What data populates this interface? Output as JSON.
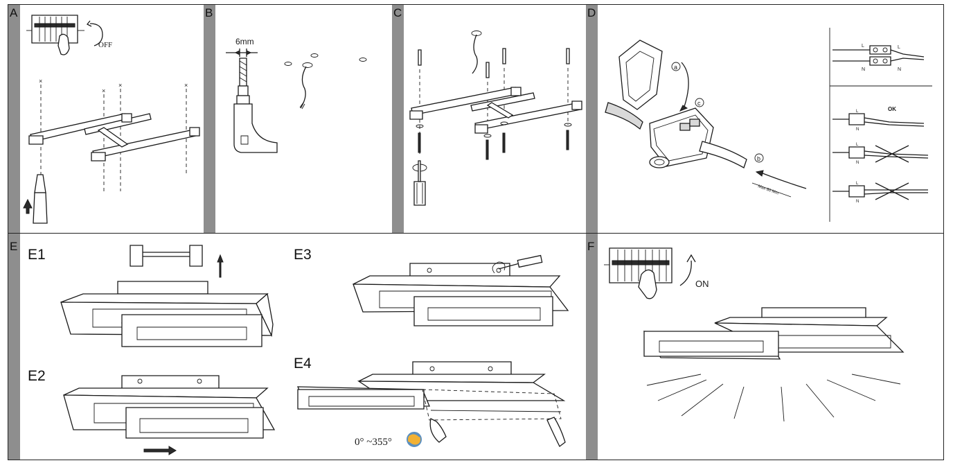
{
  "panels": {
    "a": {
      "letter": "A",
      "off_label": "OFF"
    },
    "b": {
      "letter": "B",
      "drill_size": "6mm"
    },
    "c": {
      "letter": "C"
    },
    "d": {
      "letter": "D",
      "step_a": "a",
      "step_b": "b",
      "step_c": "c",
      "terminal_l": "L",
      "terminal_n": "N",
      "ok_label": "OK",
      "strip_length": "Max 80 Mm"
    },
    "e": {
      "letter": "E",
      "e1": "E1",
      "e2": "E2",
      "e3": "E3",
      "e4": "E4",
      "rotation_range": "0° ~355°"
    },
    "f": {
      "letter": "F",
      "on_label": "ON"
    }
  },
  "colors": {
    "gutter": "#8e8e8e",
    "frame": "#222222",
    "ink": "#1a1a1a"
  }
}
